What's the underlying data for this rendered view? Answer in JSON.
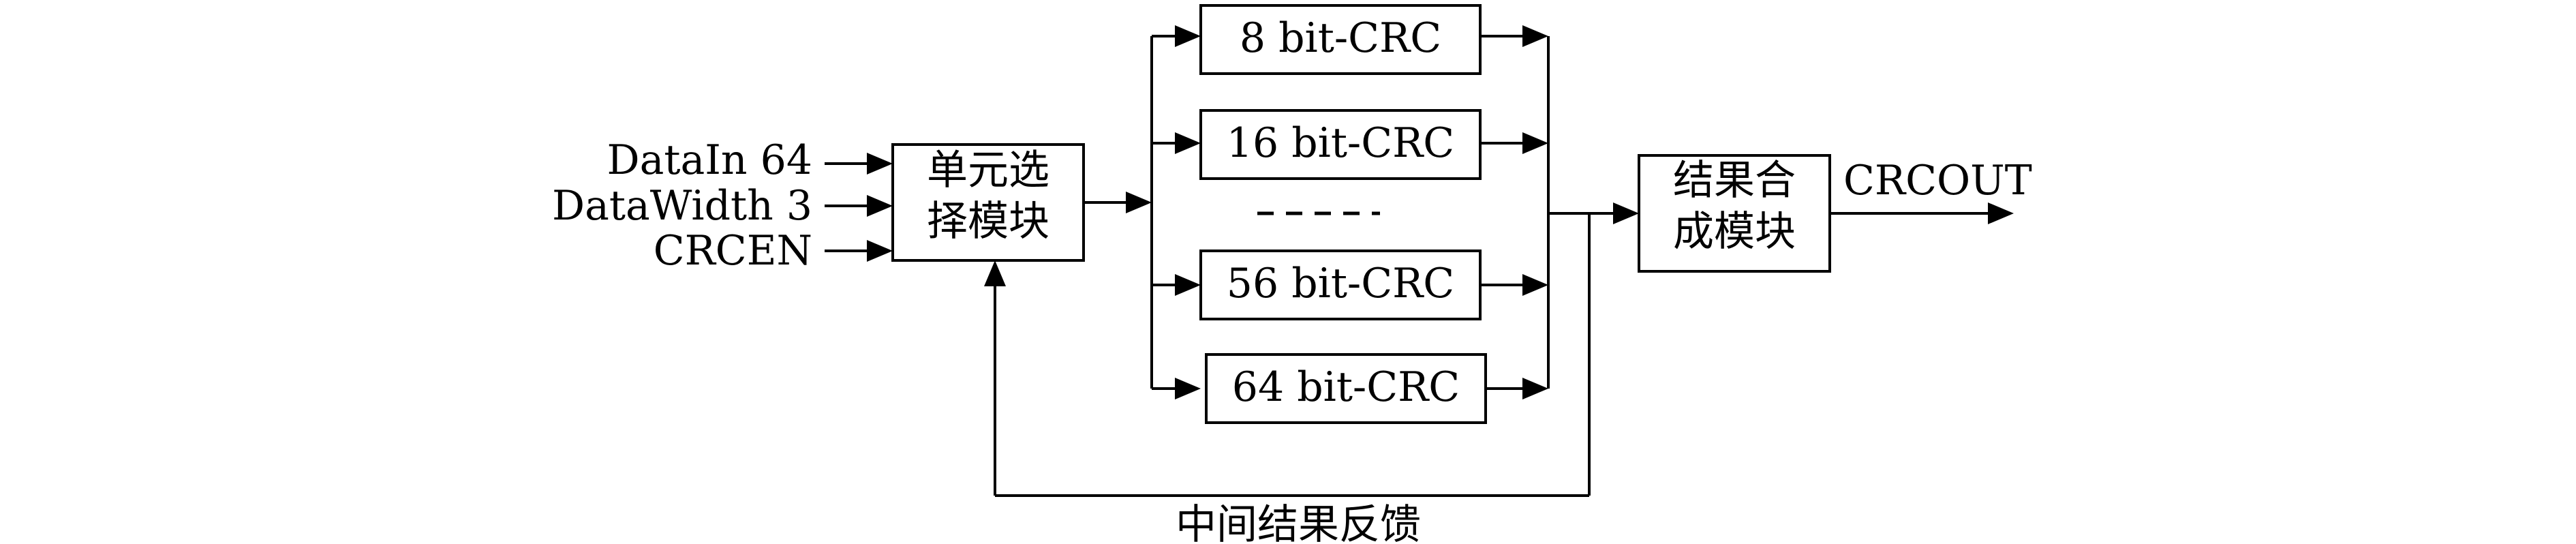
{
  "inputs": {
    "datain": "DataIn 64",
    "datawidth": "DataWidth 3",
    "crcen": "CRCEN"
  },
  "unit_select": {
    "line1": "单元选",
    "line2": "择模块"
  },
  "crc_blocks": {
    "crc8": "8 bit-CRC",
    "crc16": "16 bit-CRC",
    "crc56": "56 bit-CRC",
    "crc64": "64 bit-CRC"
  },
  "result_merge": {
    "line1": "结果合",
    "line2": "成模块"
  },
  "output": {
    "label": "CRCOUT"
  },
  "feedback": {
    "label": "中间结果反馈"
  }
}
